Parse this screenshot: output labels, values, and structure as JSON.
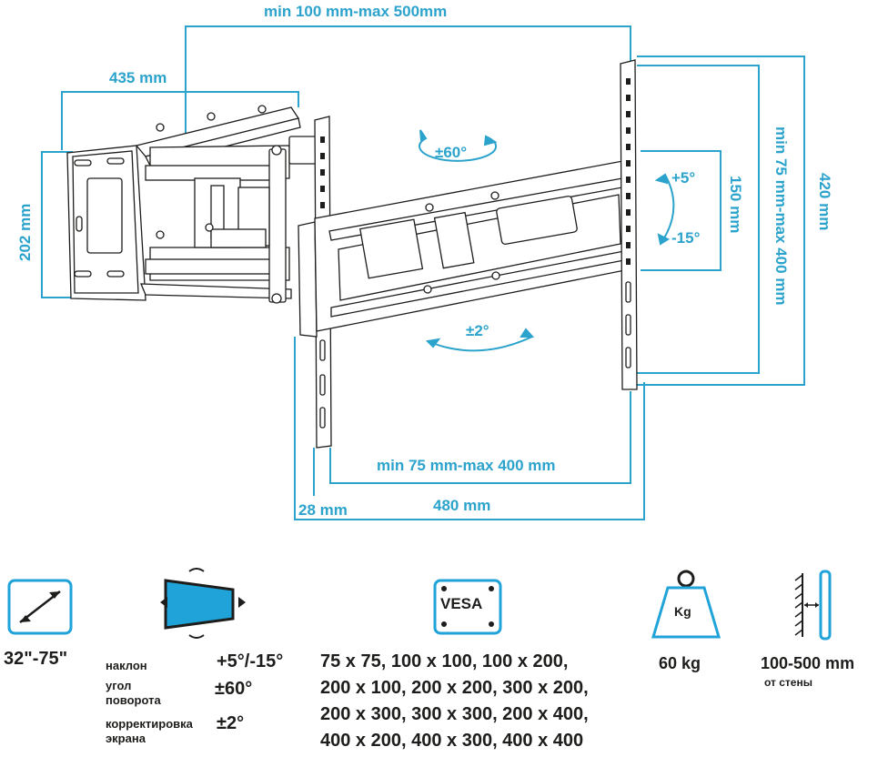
{
  "dimensions": {
    "top_span": "min 100 mm-max 500mm",
    "arm_length": "435 mm",
    "wall_plate_height": "202 mm",
    "vesa_vertical": "min 75 mm-max 400 mm",
    "total_height": "420 mm",
    "tilt_box_height": "150 mm",
    "vesa_horizontal": "min 75 mm-max 400 mm",
    "total_width": "480 mm",
    "depth": "28 mm"
  },
  "angles": {
    "swivel": "±60°",
    "tilt_up": "+5°",
    "tilt_down": "-15°",
    "rotation": "±2°"
  },
  "specs": {
    "screen_size": "32\"-75\"",
    "tilt_label": "наклон",
    "tilt_value": "+5°/-15°",
    "swivel_label_line1": "угол",
    "swivel_label_line2": "поворота",
    "swivel_value": "±60°",
    "level_label_line1": "корректировка",
    "level_label_line2": "экрана",
    "level_value": "±2°",
    "vesa_icon_text": "VESA",
    "vesa_line1": "75 x 75, 100 x 100, 100 x 200,",
    "vesa_line2": "200 x 100, 200 x 200, 300 x 200,",
    "vesa_line3": "200 x 300, 300 x 300, 200 x 400,",
    "vesa_line4": "400 x 200, 400 x 300, 400 x 400",
    "weight_icon_text": "Kg",
    "max_load": "60 kg",
    "wall_distance": "100-500 mm",
    "wall_distance_caption": "от стены"
  },
  "colors": {
    "accent": "#2ba3cc",
    "line": "#1d1d1b",
    "icon_fill": "#1fa3d8"
  }
}
